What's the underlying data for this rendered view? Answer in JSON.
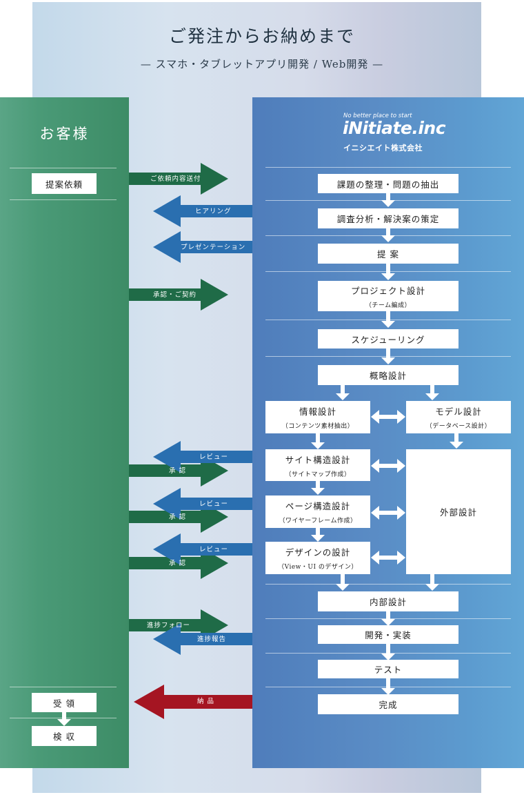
{
  "header": {
    "title": "ご発注からお納めまで",
    "subtitle": "— スマホ・タブレットアプリ開発 / Web開発 —"
  },
  "customer": {
    "title": "お客様",
    "steps": {
      "request": "提案依頼",
      "receive": "受 領",
      "inspect": "検 収"
    }
  },
  "company": {
    "tagline": "No better place to start",
    "logo": "iNitiate.inc",
    "name": "イニシエイト株式会社",
    "steps": {
      "issues": "課題の整理・問題の抽出",
      "analysis": "調査分析・解決案の策定",
      "proposal": "提 案",
      "project": "プロジェクト設計",
      "project_sub": "（チーム編成）",
      "schedule": "スケジューリング",
      "outline": "概略設計",
      "info": "情報設計",
      "info_sub": "（コンテンツ素材抽出）",
      "model": "モデル設計",
      "model_sub": "（データベース設計）",
      "site": "サイト構造設計",
      "site_sub": "（サイトマップ作成）",
      "page": "ページ構造設計",
      "page_sub": "（ワイヤーフレーム作成）",
      "design": "デザインの設計",
      "design_sub": "（View・UI のデザイン）",
      "external": "外部設計",
      "internal": "内部設計",
      "dev": "開発・実装",
      "test": "テスト",
      "done": "完成"
    }
  },
  "exchanges": {
    "send": "ご依頼内容送付",
    "hearing": "ヒアリング",
    "presentation": "プレゼンテーション",
    "approval_contract": "承認・ご契約",
    "review1": "レビュー",
    "approve1": "承 認",
    "review2": "レビュー",
    "approve2": "承 認",
    "review3": "レビュー",
    "approve3": "承 認",
    "progress_follow": "進捗フォロー",
    "progress_report": "進捗報告",
    "delivery": "納 品"
  },
  "colors": {
    "customer_green": "#3d8c66",
    "company_blue": "#5a8cc5",
    "arrow_green": "#1f6b47",
    "arrow_blue": "#2a6fb0",
    "arrow_red": "#a51522"
  }
}
